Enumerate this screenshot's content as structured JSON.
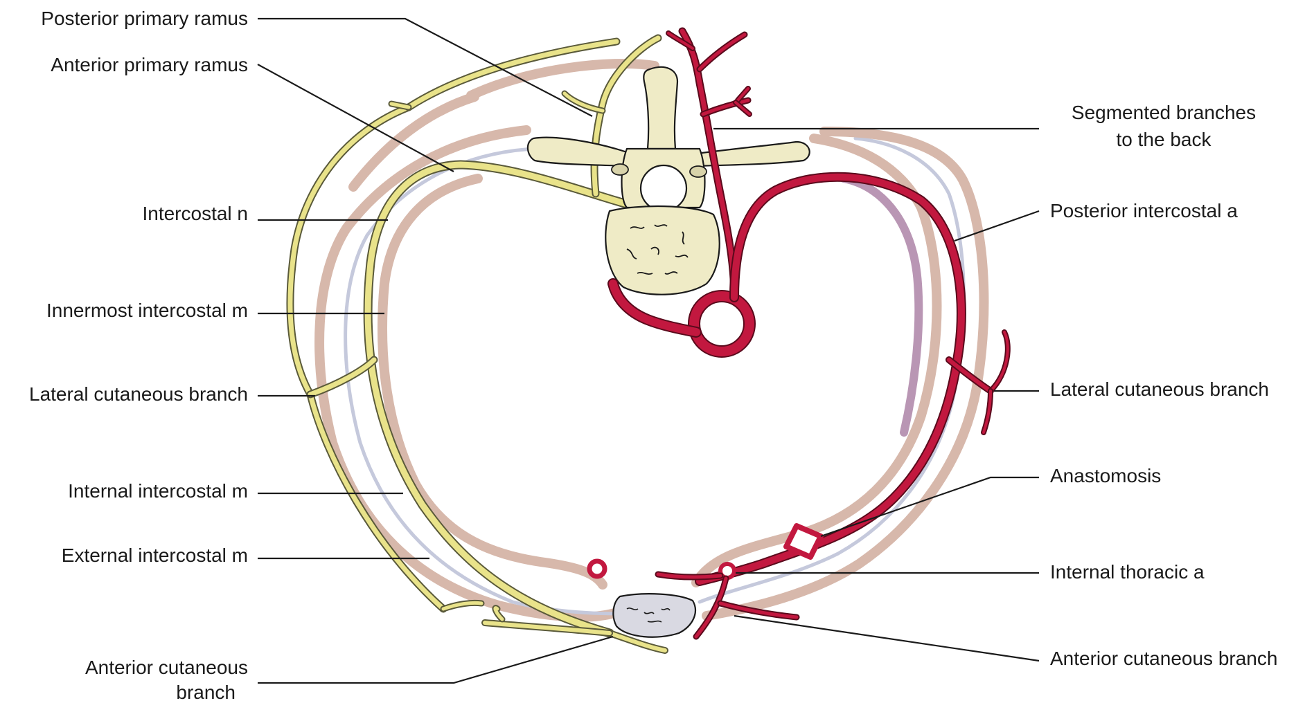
{
  "labels_left": {
    "posterior_primary_ramus": "Posterior primary ramus",
    "anterior_primary_ramus": "Anterior primary ramus",
    "intercostal_n": "Intercostal n",
    "innermost_intercostal_m": "Innermost intercostal m",
    "lateral_cutaneous_branch": "Lateral cutaneous branch",
    "internal_intercostal_m": "Internal intercostal m",
    "external_intercostal_m": "External intercostal m",
    "anterior_cutaneous_branch_line1": "Anterior cutaneous",
    "anterior_cutaneous_branch_line2": "branch"
  },
  "labels_right": {
    "segmented_branches_line1": "Segmented branches",
    "segmented_branches_line2": "to the back",
    "posterior_intercostal_a": "Posterior intercostal a",
    "lateral_cutaneous_branch": "Lateral cutaneous branch",
    "anastomosis": "Anastomosis",
    "internal_thoracic_a": "Internal thoracic a",
    "anterior_cutaneous_branch": "Anterior cutaneous branch"
  },
  "colors": {
    "nerve": "#e9e38a",
    "artery": "#c2183f",
    "muscle": "#d7b8ab",
    "membrane": "#c5c9dc",
    "bone": "#efebc6",
    "sternum": "#d9d9e2",
    "vein_band": "#b996b4"
  }
}
